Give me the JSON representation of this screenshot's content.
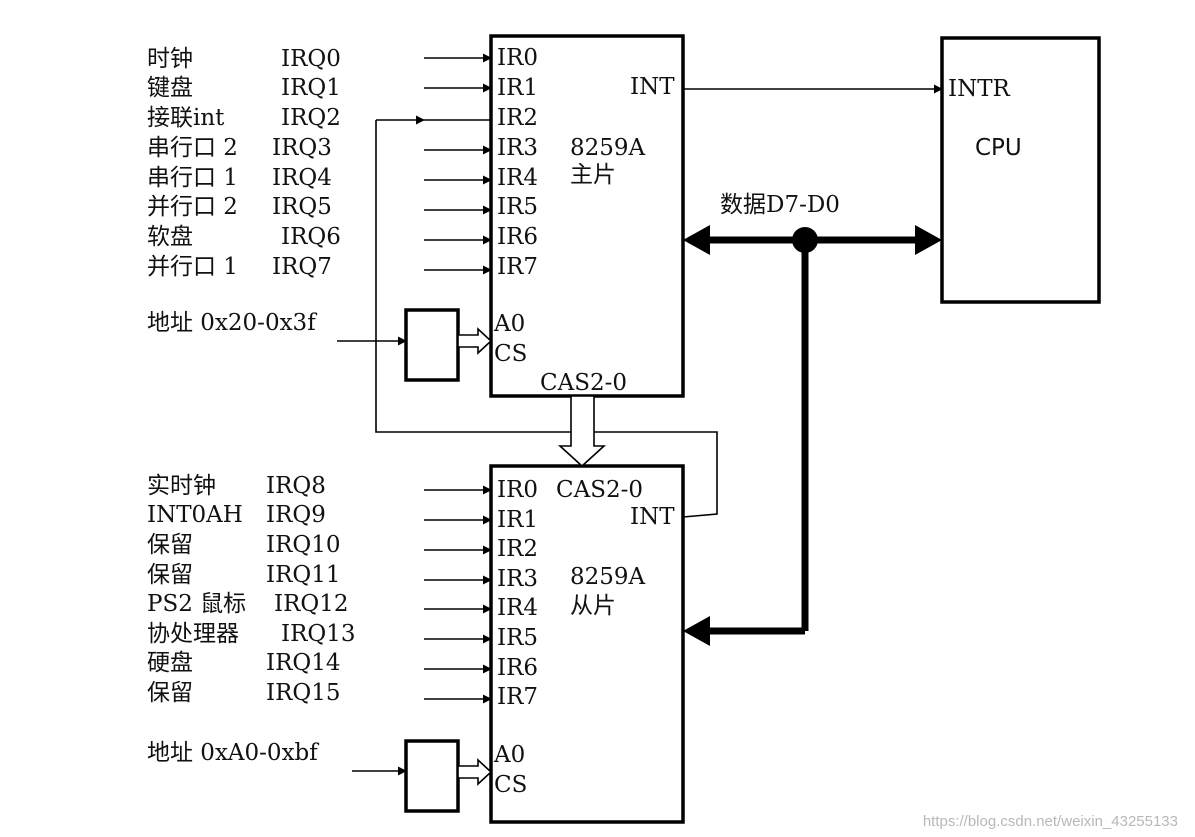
{
  "master": {
    "inputs": [
      {
        "device": "时钟",
        "irq": "IRQ0"
      },
      {
        "device": "键盘",
        "irq": "IRQ1"
      },
      {
        "device": "接联int",
        "irq": "IRQ2"
      },
      {
        "device": "串行口 2",
        "irq": "IRQ3"
      },
      {
        "device": "串行口 1",
        "irq": "IRQ4"
      },
      {
        "device": "并行口 2",
        "irq": "IRQ5"
      },
      {
        "device": "软盘",
        "irq": "IRQ6"
      },
      {
        "device": "并行口 1",
        "irq": "IRQ7"
      }
    ],
    "pins": [
      "IR0",
      "IR1",
      "IR2",
      "IR3",
      "IR4",
      "IR5",
      "IR6",
      "IR7"
    ],
    "int_label": "INT",
    "chip_name": "8259A",
    "chip_role": "主片",
    "cas_label": "CAS2-0",
    "a0_label": "A0",
    "cs_label": "CS",
    "address": "地址 0x20-0x3f"
  },
  "slave": {
    "inputs": [
      {
        "device": "实时钟",
        "irq": "IRQ8"
      },
      {
        "device": "INT0AH",
        "irq": "IRQ9"
      },
      {
        "device": "保留",
        "irq": "IRQ10"
      },
      {
        "device": "保留",
        "irq": "IRQ11"
      },
      {
        "device": "PS2 鼠标",
        "irq": "IRQ12"
      },
      {
        "device": "协处理器",
        "irq": "IRQ13"
      },
      {
        "device": "硬盘",
        "irq": "IRQ14"
      },
      {
        "device": "保留",
        "irq": "IRQ15"
      }
    ],
    "pins": [
      "IR0",
      "IR1",
      "IR2",
      "IR3",
      "IR4",
      "IR5",
      "IR6",
      "IR7"
    ],
    "int_label": "INT",
    "chip_name": "8259A",
    "chip_role": "从片",
    "cas_label": "CAS2-0",
    "a0_label": "A0",
    "cs_label": "CS",
    "address": "地址 0xA0-0xbf"
  },
  "cpu": {
    "name": "CPU",
    "intr_label": "INTR"
  },
  "data_bus_label": "数据D7-D0",
  "watermark": "https://blog.csdn.net/weixin_43255133"
}
